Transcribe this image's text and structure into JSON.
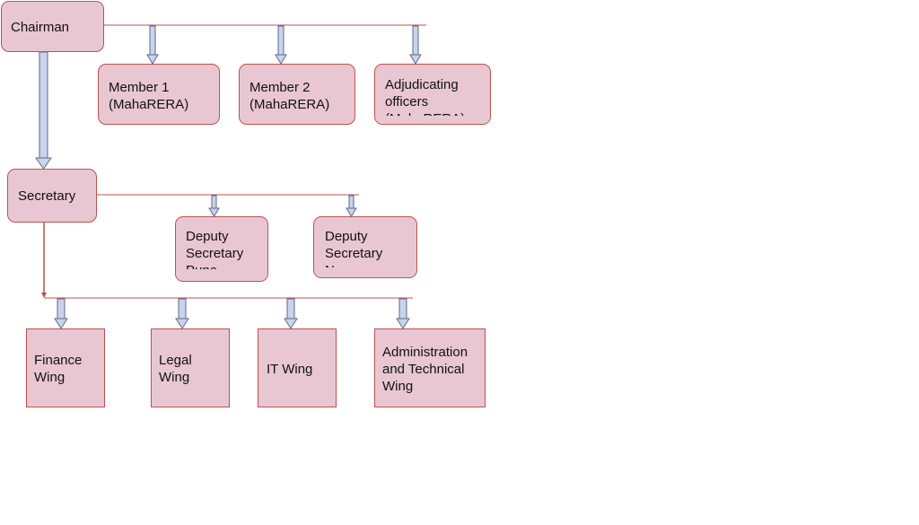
{
  "colors": {
    "box_fill": "#e8c7d2",
    "box_border": "#c0504d",
    "line": "#c0504d",
    "arrow_fill": "#c9d4ea",
    "arrow_stroke": "#5b6a8a"
  },
  "nodes": {
    "chairman": "Chairman",
    "member1": "Member 1\n(MahaRERA)",
    "member2": "Member 2\n(MahaRERA)",
    "adjudicating": "Adjudicating\nofficers\n(MahaRERA)",
    "secretary": "Secretary",
    "deputy_pune": "Deputy\nSecretary\nPune",
    "deputy_nagpur": "Deputy\nSecretary\nNagpur",
    "finance": "Finance\nWing",
    "legal": "Legal\nWing",
    "it": "IT Wing",
    "admin": "Administration\nand Technical\nWing"
  }
}
